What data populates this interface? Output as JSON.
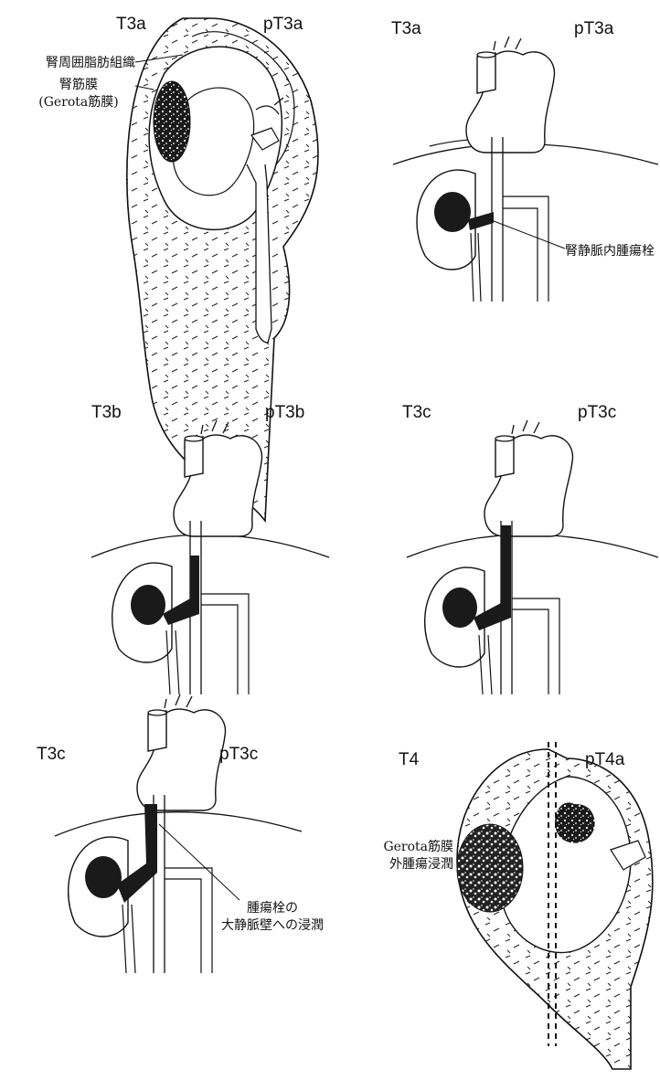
{
  "panels": [
    {
      "stage": "T3a",
      "pstage": "pT3a",
      "annotations": {
        "perirenal_fat": "腎周囲脂肪組織",
        "fascia": "腎筋膜",
        "fascia_sub": "(Gerota筋膜)"
      }
    },
    {
      "stage": "T3a",
      "pstage": "pT3a",
      "annotations": {
        "renal_vein_thrombus": "腎静脈内腫瘍栓"
      }
    },
    {
      "stage": "T3b",
      "pstage": "pT3b",
      "annotations": {}
    },
    {
      "stage": "T3c",
      "pstage": "pT3c",
      "annotations": {}
    },
    {
      "stage": "T3c",
      "pstage": "pT3c",
      "annotations": {
        "line1": "腫瘍栓の",
        "line2": "大静脈壁への浸潤"
      }
    },
    {
      "stage": "T4",
      "pstage": "pT4a",
      "annotations": {
        "line1": "Gerota筋膜",
        "line2": "外腫瘍浸潤"
      }
    }
  ],
  "colors": {
    "ink": "#111111",
    "paper": "#ffffff",
    "tumor": "#1a1a1a"
  }
}
